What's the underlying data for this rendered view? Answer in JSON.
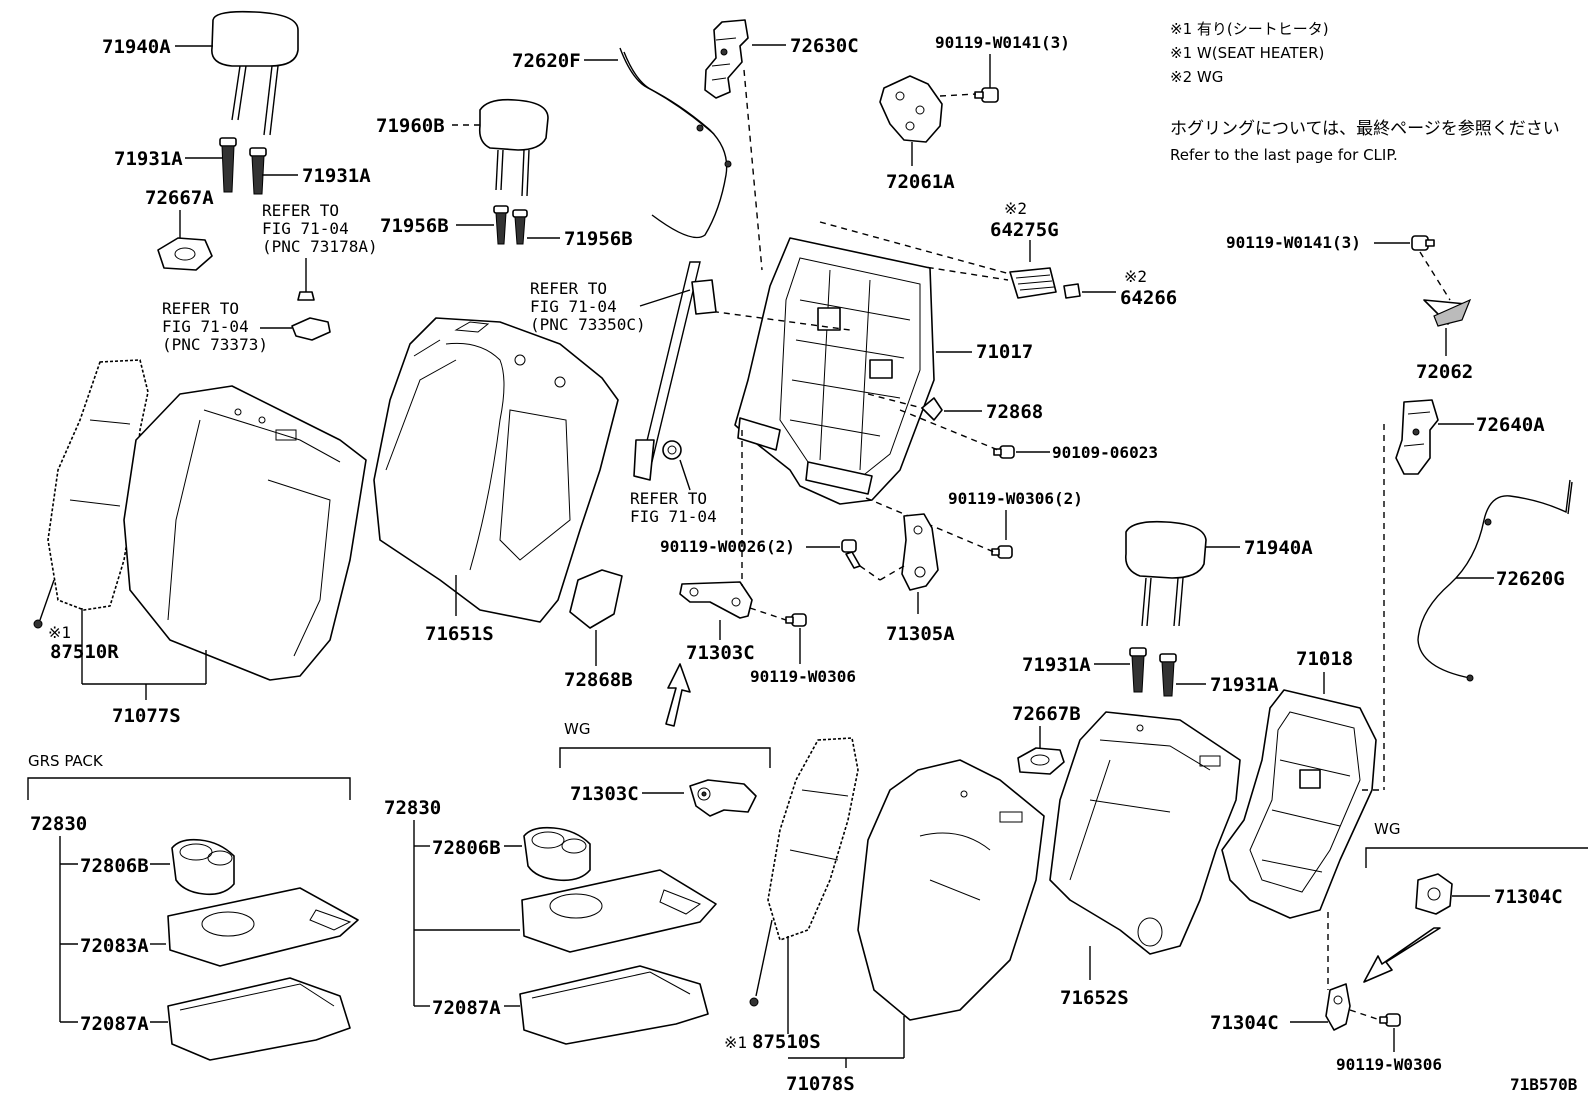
{
  "notes": {
    "line1": "※1  有り(シートヒータ)",
    "line2": "※1  W(SEAT HEATER)",
    "line3": "※2  WG",
    "line4": "ホグリングについては、最終ページを参照ください",
    "line5": "Refer to the last page for CLIP."
  },
  "figure_id": "71B570B",
  "groups": {
    "grs_pack": "GRS PACK",
    "wg_center": "WG",
    "wg_right": "WG"
  },
  "refs": {
    "fig_pnc73178a": [
      "REFER TO",
      "FIG 71-04",
      "(PNC 73178A)"
    ],
    "fig_pnc73373": [
      "REFER TO",
      "FIG 71-04",
      "(PNC 73373)"
    ],
    "fig_pnc73350c": [
      "REFER TO",
      "FIG 71-04",
      "(PNC 73350C)"
    ],
    "fig_7104": [
      "REFER TO",
      "FIG 71-04"
    ]
  },
  "marks": {
    "m1": "※1",
    "m2a": "※2",
    "m2b": "※2",
    "m1b": "※1"
  },
  "parts": {
    "p71940A_l": "71940A",
    "p71931A_l1": "71931A",
    "p71931A_l2": "71931A",
    "p72667A": "72667A",
    "p71960B": "71960B",
    "p71956B_1": "71956B",
    "p71956B_2": "71956B",
    "p72620F": "72620F",
    "p72630C": "72630C",
    "p90119W0141_3a": "90119-W0141(3)",
    "p72061A": "72061A",
    "p64275G": "64275G",
    "p64266": "64266",
    "p71017": "71017",
    "p72868": "72868",
    "p9010906023": "90109-06023",
    "p90119W0306_2": "90119-W0306(2)",
    "p90119W0026_2": "90119-W0026(2)",
    "p71305A": "71305A",
    "p71303C_a": "71303C",
    "p90119W0306_a": "90119-W0306",
    "p72868B": "72868B",
    "p71651S": "71651S",
    "p87510R": "87510R",
    "p71077S": "71077S",
    "p90119W0141_3b": "90119-W0141(3)",
    "p72062": "72062",
    "p72640A": "72640A",
    "p72620G": "72620G",
    "p71940A_r": "71940A",
    "p71931A_r1": "71931A",
    "p71931A_r2": "71931A",
    "p71018": "71018",
    "p72667B": "72667B",
    "p71652S": "71652S",
    "p71304C_a": "71304C",
    "p71304C_b": "71304C",
    "p90119W0306_b": "90119-W0306",
    "p72830_l": "72830",
    "p72806B_l": "72806B",
    "p72083A": "72083A",
    "p72087A_l": "72087A",
    "p72830_c": "72830",
    "p72806B_c": "72806B",
    "p72087A_c": "72087A",
    "p71303C_b": "71303C",
    "p87510S": "87510S",
    "p71078S": "71078S"
  }
}
